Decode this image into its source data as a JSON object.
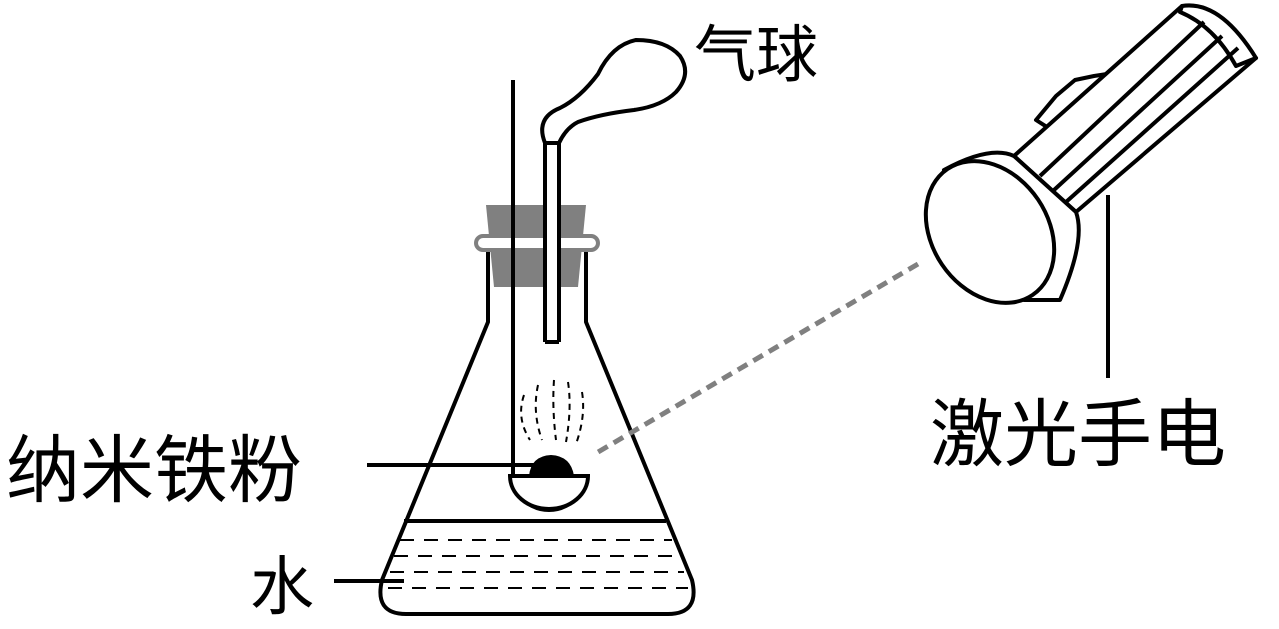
{
  "labels": {
    "balloon": "气球",
    "laser_flashlight": "激光手电",
    "nano_iron_powder": "纳米铁粉",
    "water": "水"
  },
  "colors": {
    "line": "#000000",
    "stopper": "#808080",
    "laser_beam": "#808080",
    "background": "#ffffff"
  }
}
